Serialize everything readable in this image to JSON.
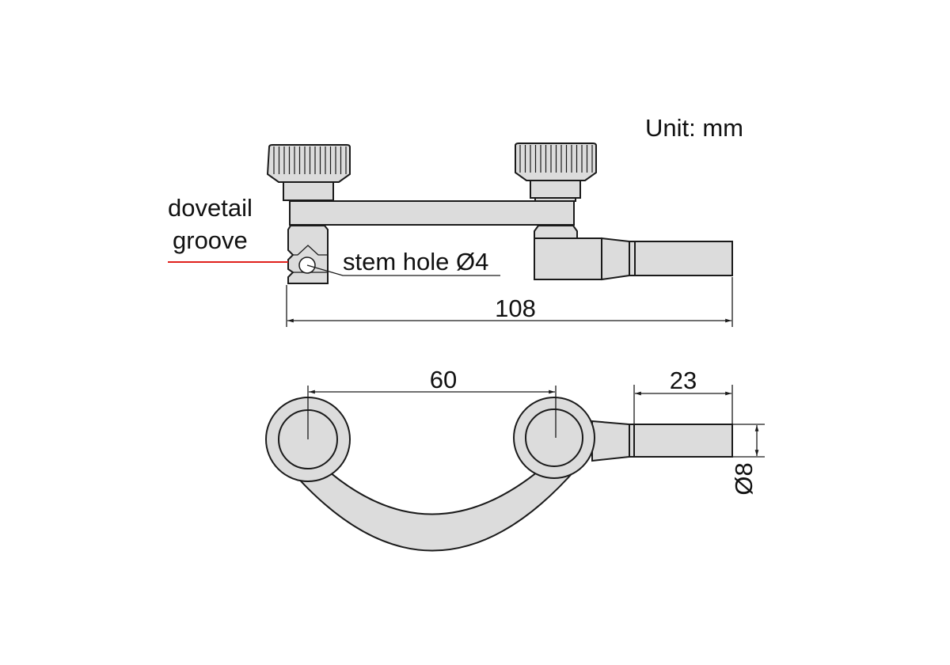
{
  "unit_label": "Unit: mm",
  "callouts": {
    "dovetail_line1": "dovetail",
    "dovetail_line2": "groove",
    "stem_hole": "stem hole Ø4"
  },
  "dimensions": {
    "overall_length": "108",
    "center_distance": "60",
    "rod_length": "23",
    "rod_diameter": "Ø8"
  },
  "colors": {
    "part_fill": "#dcdcdc",
    "outline": "#1a1a1a",
    "callout_line": "#e0201c"
  }
}
